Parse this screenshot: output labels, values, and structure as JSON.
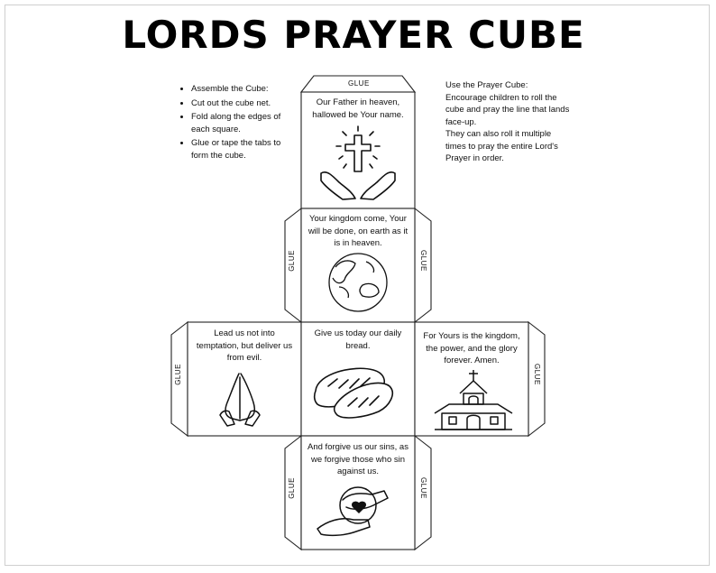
{
  "title": "LORDS PRAYER CUBE",
  "instructions": [
    "Assemble the Cube:",
    "Cut out the cube net.",
    "Fold along the edges of each square.",
    "Glue or tape the tabs to form the cube."
  ],
  "usage": [
    "Use the Prayer Cube:",
    "Encourage children to roll the cube and pray the line that lands face-up.",
    "They can also roll it multiple times to pray the entire Lord's Prayer in order."
  ],
  "glue_label": "GLUE",
  "faces": {
    "top": {
      "text": "Our Father in heaven, hallowed be Your name.",
      "icon": "cross-hands-icon"
    },
    "upper": {
      "text": "Your kingdom come, Your will be done, on earth as it is in heaven.",
      "icon": "globe-icon"
    },
    "center": {
      "text": "Give us today our daily bread.",
      "icon": "bread-icon"
    },
    "left": {
      "text": "Lead us not into temptation, but deliver us from evil.",
      "icon": "praying-hands-icon"
    },
    "right": {
      "text": "For Yours is the kingdom, the power, and the glory forever. Amen.",
      "icon": "church-icon"
    },
    "bottom": {
      "text": "And forgive us our sins, as we forgive those who sin against us.",
      "icon": "giving-hands-icon"
    }
  }
}
